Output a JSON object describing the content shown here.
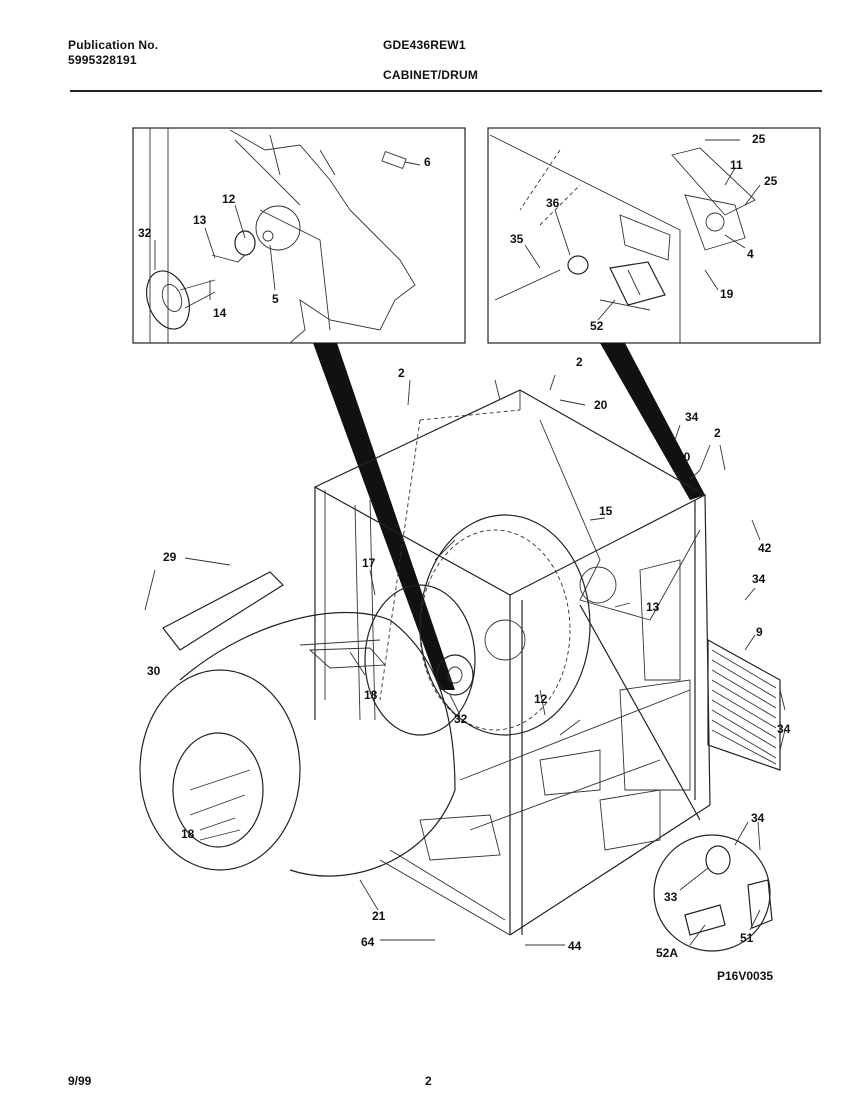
{
  "header": {
    "publication_label": "Publication No.",
    "publication_number": "5995328191",
    "model": "GDE436REW1",
    "section": "CABINET/DRUM"
  },
  "footer": {
    "date": "9/99",
    "page": "2"
  },
  "diagram": {
    "figure_code": "P16V0035",
    "callouts": {
      "c1": "6",
      "c2": "12",
      "c3": "13",
      "c4": "32",
      "c5": "14",
      "c6": "5",
      "c7": "25",
      "c8": "11",
      "c9": "25",
      "c10": "36",
      "c11": "35",
      "c12": "4",
      "c13": "19",
      "c14": "52",
      "c15": "2",
      "c16": "2",
      "c17": "20",
      "c18": "34",
      "c19": "2",
      "c20": "20",
      "c21": "15",
      "c22": "42",
      "c23": "29",
      "c24": "17",
      "c25": "34",
      "c26": "13",
      "c27": "9",
      "c28": "30",
      "c29": "18",
      "c30": "12",
      "c31": "32",
      "c32": "34",
      "c33": "18",
      "c34": "34",
      "c35": "33",
      "c36": "21",
      "c37": "51",
      "c38": "64",
      "c39": "44",
      "c40": "52A"
    }
  }
}
